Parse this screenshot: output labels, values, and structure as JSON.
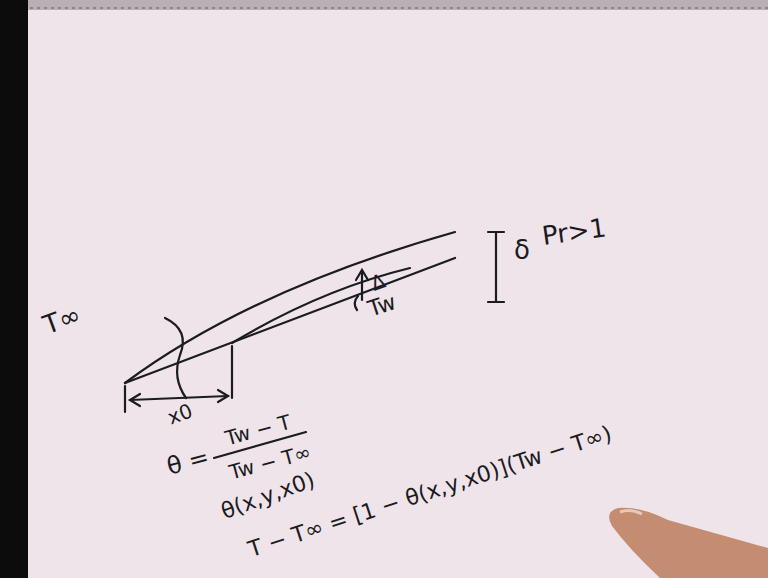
{
  "diagram": {
    "labels": [
      "T∞",
      "δ",
      "Pr>1",
      "Δ",
      "Tw",
      "x0",
      "θ =",
      "Tw − T",
      "Tw − T∞",
      "θ(x,y,x0)",
      "T − T∞ = [1 − θ(x,y,x0)](Tw − T∞)"
    ]
  }
}
